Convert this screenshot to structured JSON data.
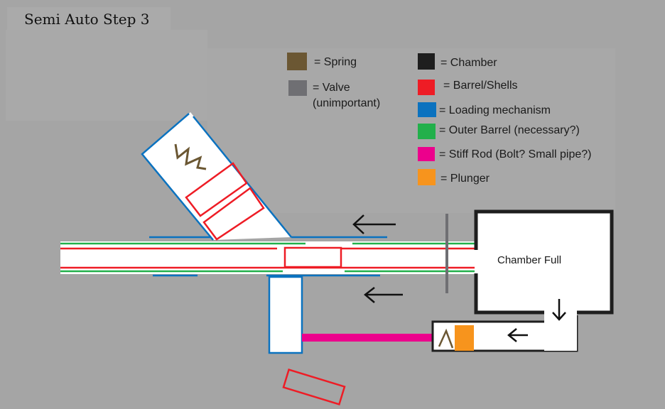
{
  "title": "Semi Auto Step 3",
  "legend": [
    {
      "label": "= Spring",
      "color": "#6b5733"
    },
    {
      "label": "= Valve",
      "sublabel": "(unimportant)",
      "color": "#6f6f73"
    },
    {
      "label": "= Chamber",
      "color": "#1e1e1e"
    },
    {
      "label": "= Barrel/Shells",
      "color": "#ee1c25"
    },
    {
      "label": "= Loading mechanism",
      "color": "#0b72bf"
    },
    {
      "label": "= Outer Barrel (necessary?)",
      "color": "#22b04b"
    },
    {
      "label": "= Stiff Rod (Bolt? Small pipe?)",
      "color": "#ec008c"
    },
    {
      "label": "= Plunger",
      "color": "#f7941d"
    }
  ],
  "chamber_label": "Chamber Full"
}
